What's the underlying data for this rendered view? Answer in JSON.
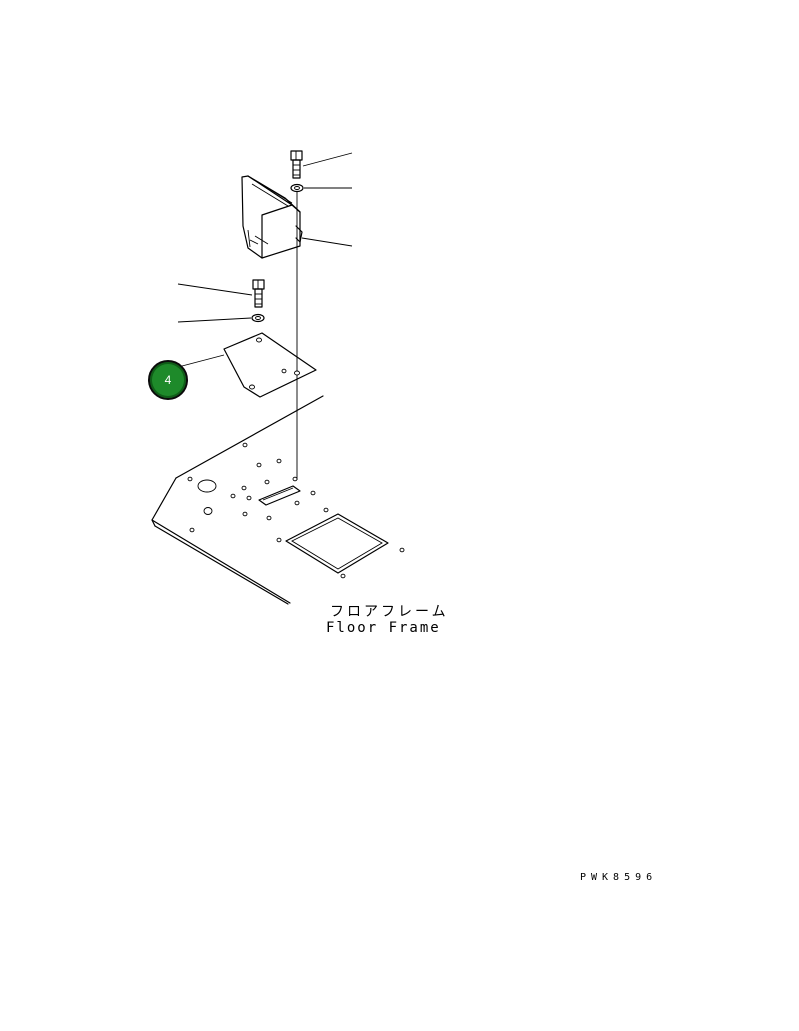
{
  "labels": {
    "floor_frame_jp": "フロアフレーム",
    "floor_frame_en": "Floor Frame",
    "drawing_code": "PWK8596"
  },
  "callouts": [
    {
      "number": "4",
      "color": "#1e8a2a"
    }
  ]
}
